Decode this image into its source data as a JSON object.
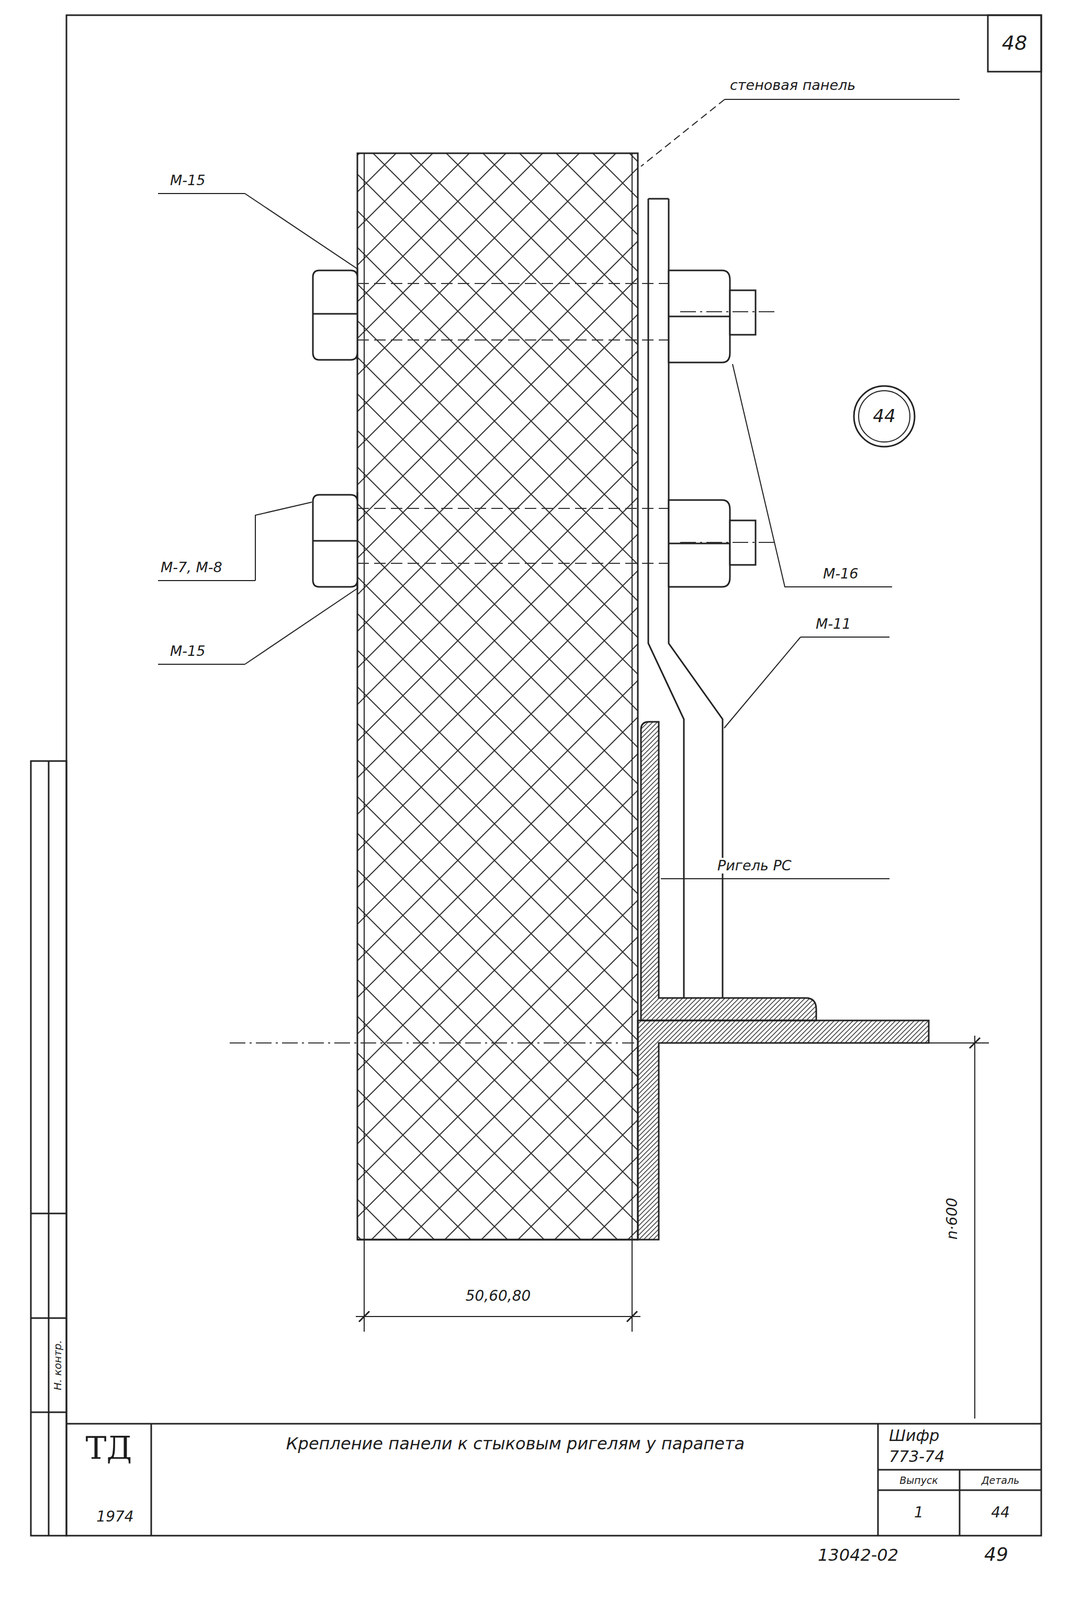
{
  "diagram": {
    "title": "Крепление панели к стыковым ригелям у парапета",
    "labels": [
      "48",
      "стеновая панель",
      "М-15",
      "М-7, М-8",
      "М-15",
      "М-16",
      "44",
      "М-11",
      "Ригель РС",
      "50,60,80",
      "n·600",
      "ТД",
      "1974",
      "Шифр",
      "773-74",
      "Выпуск",
      "Деталь",
      "1",
      "44",
      "13042-02",
      "49",
      "Н. контр."
    ]
  }
}
